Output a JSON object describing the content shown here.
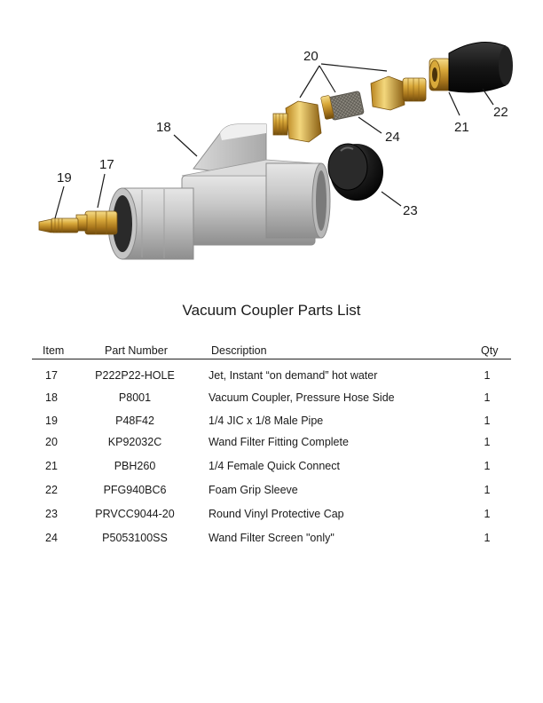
{
  "diagram": {
    "callouts": [
      "20",
      "18",
      "17",
      "19",
      "22",
      "21",
      "24",
      "23"
    ]
  },
  "title": "Vacuum Coupler Parts List",
  "table": {
    "headers": {
      "item": "Item",
      "part": "Part Number",
      "desc": "Description",
      "qty": "Qty"
    },
    "rows": [
      {
        "item": "17",
        "part": "P222P22-HOLE",
        "desc": "Jet, Instant “on demand” hot water",
        "qty": "1"
      },
      {
        "item": "18",
        "part": "P8001",
        "desc": "Vacuum Coupler, Pressure Hose Side",
        "qty": "1"
      },
      {
        "item": "19",
        "part": "P48F42",
        "desc": "1/4 JIC x 1/8 Male Pipe",
        "qty": "1"
      },
      {
        "item": "20",
        "part": "KP92032C",
        "desc": "Wand Filter Fitting Complete",
        "qty": "1"
      },
      {
        "item": "21",
        "part": "PBH260",
        "desc": "1/4 Female Quick Connect",
        "qty": "1"
      },
      {
        "item": "22",
        "part": "PFG940BC6",
        "desc": "Foam Grip Sleeve",
        "qty": "1"
      },
      {
        "item": "23",
        "part": "PRVCC9044-20",
        "desc": "Round Vinyl Protective Cap",
        "qty": "1"
      },
      {
        "item": "24",
        "part": "P5053100SS",
        "desc": "Wand Filter Screen \"only\"",
        "qty": "1"
      }
    ]
  }
}
